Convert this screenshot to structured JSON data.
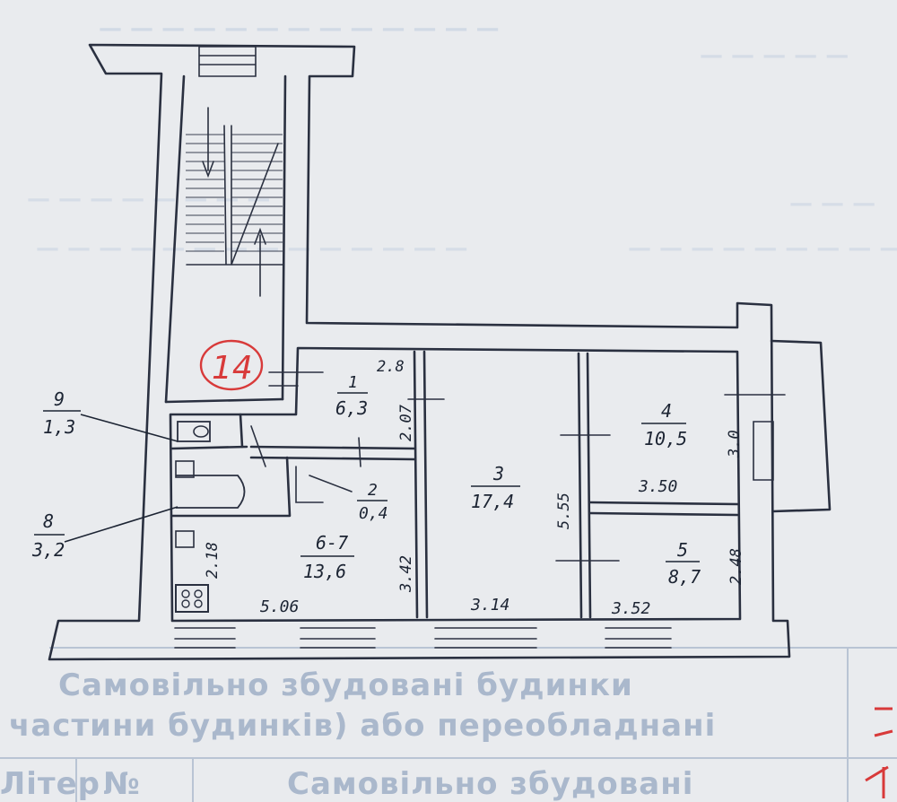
{
  "colors": {
    "ink": "#2a3040",
    "red_circle": "#d83a3a",
    "paper": "#e9ebee",
    "form_text": "#aab8cc"
  },
  "plan": {
    "unit_number": "14",
    "rooms": [
      {
        "id": "1",
        "area": "6,3"
      },
      {
        "id": "2",
        "area": "0,4"
      },
      {
        "id": "3",
        "area": "17,4"
      },
      {
        "id": "4",
        "area": "10,5"
      },
      {
        "id": "5",
        "area": "8,7"
      },
      {
        "id": "6-7",
        "area": "13,6"
      },
      {
        "id": "8",
        "area": "3,2"
      },
      {
        "id": "9",
        "area": "1,3"
      }
    ],
    "dimensions": [
      "2.8",
      "2.07",
      "5.55",
      "3.0",
      "3.50",
      "2.48",
      "3.42",
      "2.18",
      "5.06",
      "3.14",
      "3.52"
    ]
  },
  "background_text": {
    "line1": "Самовільно   збудовані будинки",
    "line2": "частини будинків) або переобладнані",
    "col1": "Літер",
    "col2": "№",
    "col3": "Самовільно   збудовані"
  }
}
